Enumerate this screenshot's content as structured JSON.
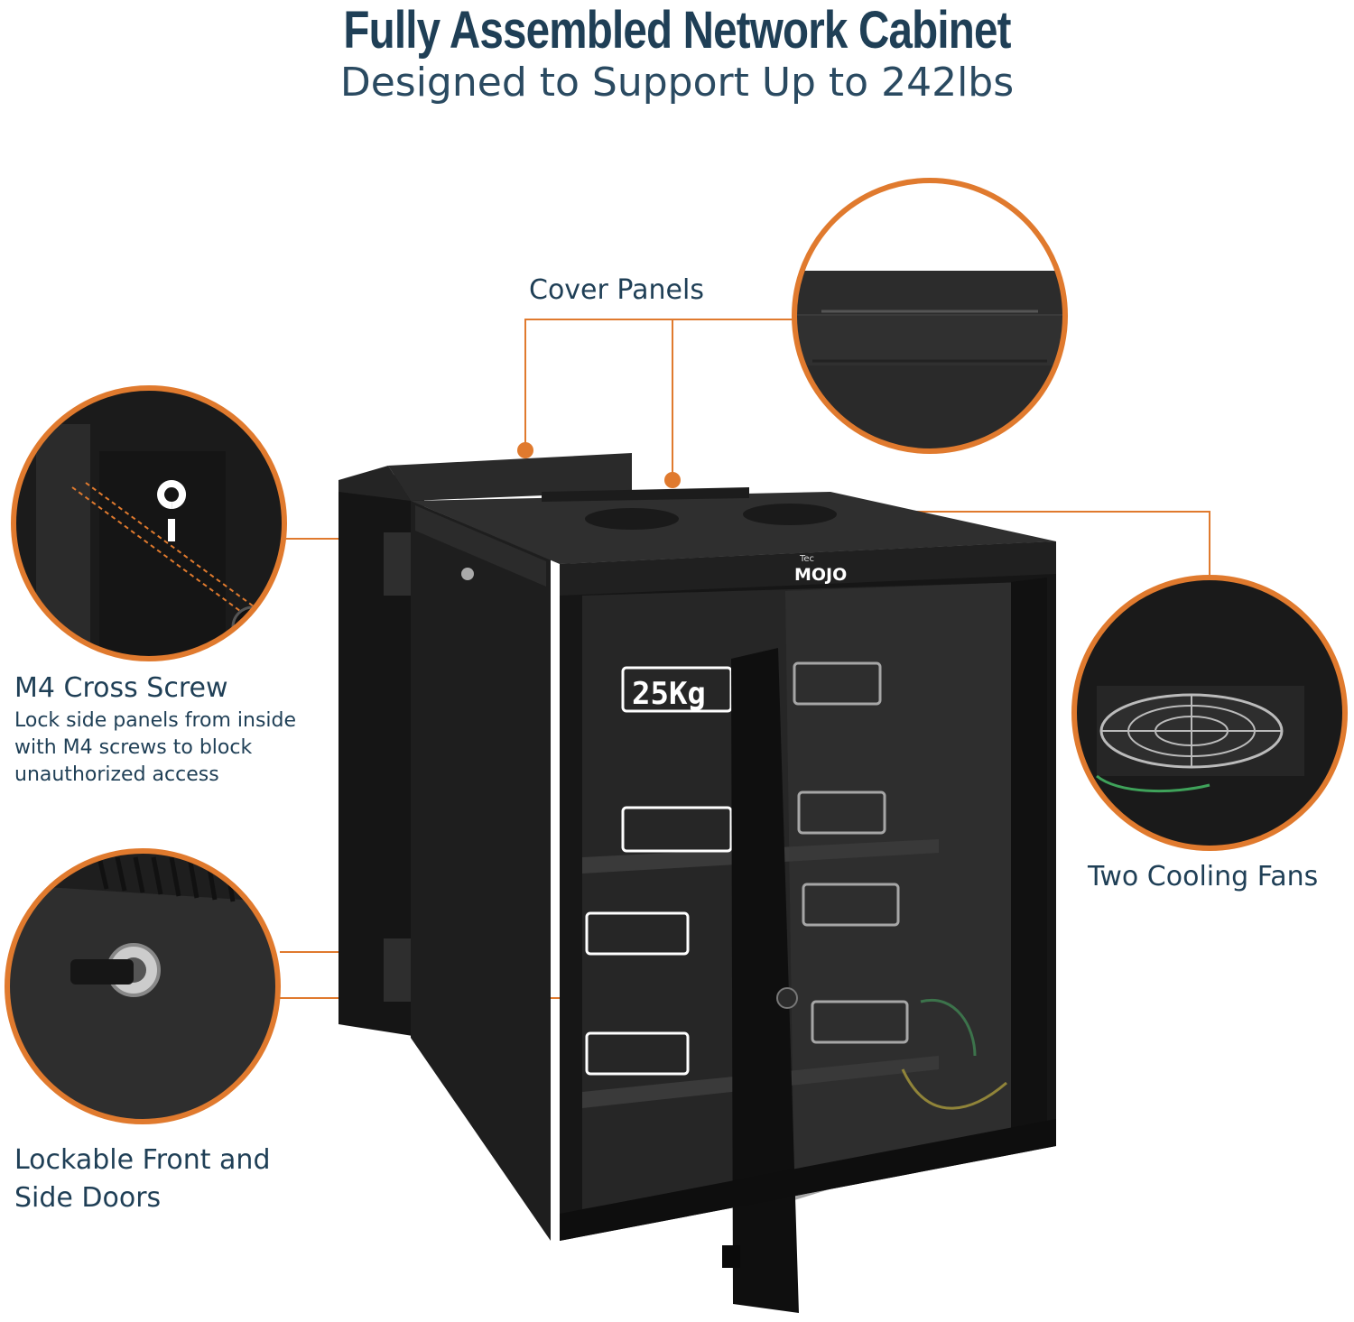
{
  "header": {
    "title": "Fully Assembled Network Cabinet",
    "subtitle": "Designed to Support Up to 242lbs"
  },
  "callouts": {
    "cover_panels": "Cover Panels",
    "m4_screw_title": "M4 Cross Screw",
    "m4_screw_desc_1": "Lock side panels from inside",
    "m4_screw_desc_2": "with M4 screws to block",
    "m4_screw_desc_3": "unauthorized access",
    "lockable_1": "Lockable Front and",
    "lockable_2": "Side Doors",
    "fans": "Two Cooling Fans"
  },
  "product": {
    "brand_small": "Tec",
    "brand": "MOJO",
    "weight_tag": "25Kg"
  },
  "colors": {
    "accent": "#e07a2e",
    "text": "#1f3f56",
    "cabinet": "#1b1b1b"
  }
}
